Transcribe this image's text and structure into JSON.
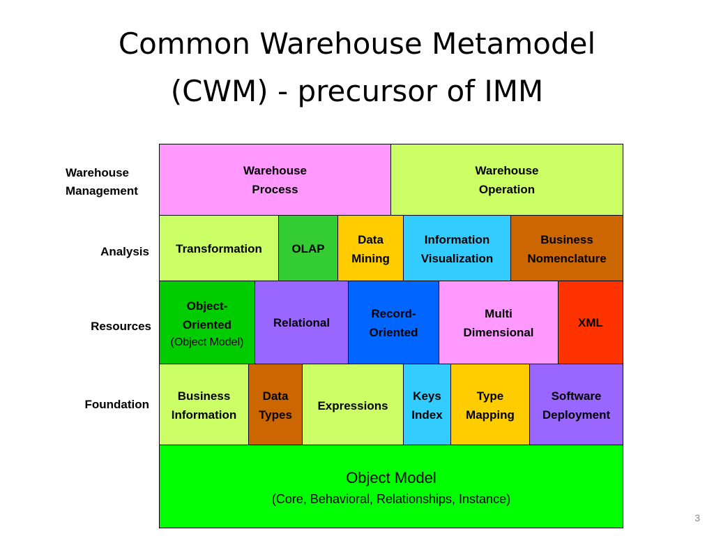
{
  "title": {
    "line1": "Common Warehouse Metamodel",
    "line2": "(CWM) - precursor of IMM"
  },
  "row_labels": {
    "warehouse_management": [
      "Warehouse",
      "Management"
    ],
    "analysis": "Analysis",
    "resources": "Resources",
    "foundation": "Foundation"
  },
  "boxes": {
    "warehouse_process": {
      "lines": [
        "Warehouse",
        "Process"
      ],
      "color": "#FF99FF"
    },
    "warehouse_operation": {
      "lines": [
        "Warehouse",
        "Operation"
      ],
      "color": "#CCFF66"
    },
    "transformation": {
      "lines": [
        "Transformation"
      ],
      "color": "#CCFF66"
    },
    "olap": {
      "lines": [
        "OLAP"
      ],
      "color": "#33CC33"
    },
    "data_mining": {
      "lines": [
        "Data",
        "Mining"
      ],
      "color": "#FFCC00"
    },
    "information_visualization": {
      "lines": [
        "Information",
        "Visualization"
      ],
      "color": "#33CCFF"
    },
    "business_nomenclature": {
      "lines": [
        "Business",
        "Nomenclature"
      ],
      "color": "#CC6600"
    },
    "object_oriented": {
      "lines": [
        "Object-",
        "Oriented"
      ],
      "sub": "(Object Model)",
      "color": "#00CC00"
    },
    "relational": {
      "lines": [
        "Relational"
      ],
      "color": "#9966FF"
    },
    "record_oriented": {
      "lines": [
        "Record-",
        "Oriented"
      ],
      "color": "#0066FF"
    },
    "multi_dimensional": {
      "lines": [
        "Multi",
        "Dimensional"
      ],
      "color": "#FF99FF"
    },
    "xml": {
      "lines": [
        "XML"
      ],
      "color": "#FF3300"
    },
    "business_information": {
      "lines": [
        "Business",
        "Information"
      ],
      "color": "#CCFF66"
    },
    "data_types": {
      "lines": [
        "Data",
        "Types"
      ],
      "color": "#CC6600"
    },
    "expressions": {
      "lines": [
        "Expressions"
      ],
      "color": "#CCFF66"
    },
    "keys_index": {
      "lines": [
        "Keys",
        "Index"
      ],
      "color": "#33CCFF"
    },
    "type_mapping": {
      "lines": [
        "Type",
        "Mapping"
      ],
      "color": "#FFCC00"
    },
    "software_deployment": {
      "lines": [
        "Software",
        "Deployment"
      ],
      "color": "#9966FF"
    },
    "object_model": {
      "lines": [
        "Object Model"
      ],
      "sub": "(Core, Behavioral, Relationships, Instance)",
      "color": "#00FF00"
    }
  },
  "slide_number": "3"
}
